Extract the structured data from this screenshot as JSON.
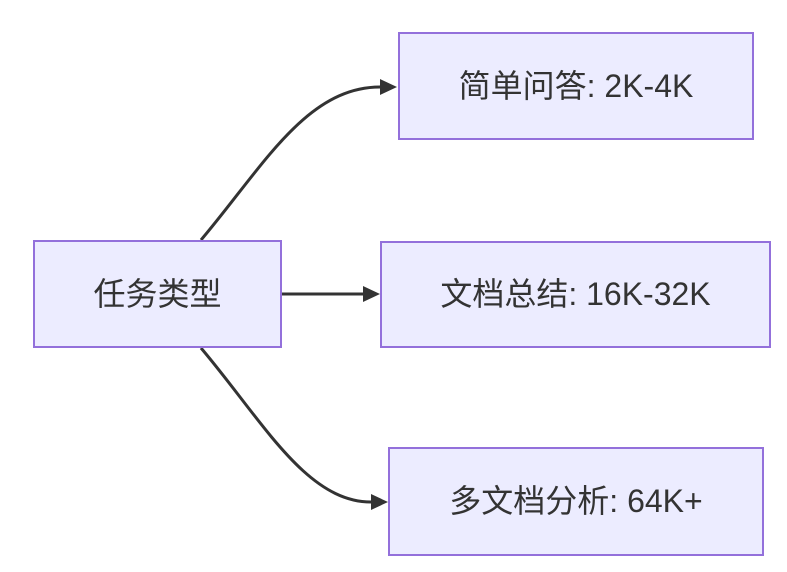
{
  "diagram": {
    "type": "flowchart",
    "direction": "left-to-right",
    "nodes": {
      "task_type": {
        "label": "任务类型"
      },
      "simple_qa": {
        "label": "简单问答: 2K-4K"
      },
      "doc_summary": {
        "label": "文档总结: 16K-32K"
      },
      "multi_doc": {
        "label": "多文档分析: 64K+"
      }
    },
    "edges": [
      {
        "from": "任务类型",
        "to": "简单问答: 2K-4K",
        "style": "curved-arrow"
      },
      {
        "from": "任务类型",
        "to": "文档总结: 16K-32K",
        "style": "straight-arrow"
      },
      {
        "from": "任务类型",
        "to": "多文档分析: 64K+",
        "style": "curved-arrow"
      }
    ],
    "colors": {
      "node_fill": "#ECECFF",
      "node_border": "#9370DB",
      "edge_color": "#333333",
      "text_color": "#333333",
      "background": "#FFFFFF"
    }
  }
}
